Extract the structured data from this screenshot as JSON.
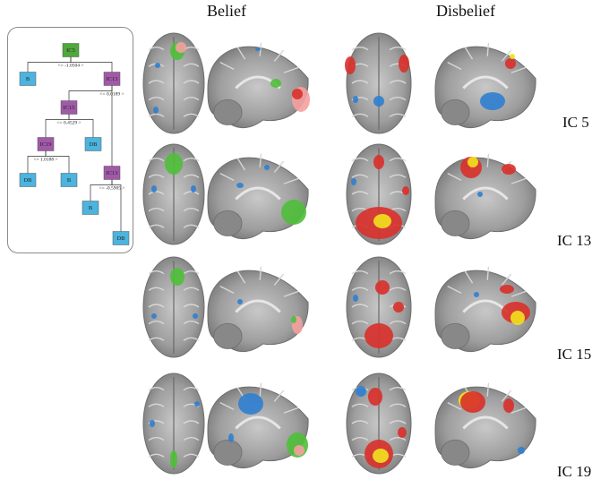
{
  "headers": {
    "belief": "Belief",
    "disbelief": "Disbelief"
  },
  "rows": [
    {
      "label": "IC 5"
    },
    {
      "label": "IC 13"
    },
    {
      "label": "IC 15"
    },
    {
      "label": "IC 19"
    }
  ],
  "tree": {
    "nodes": [
      {
        "id": "ic5",
        "label": "IC5",
        "type": "split"
      },
      {
        "id": "b1",
        "label": "B",
        "type": "leaf"
      },
      {
        "id": "ic13a",
        "label": "IC13",
        "type": "split"
      },
      {
        "id": "ic15",
        "label": "IC15",
        "type": "split"
      },
      {
        "id": "ic19",
        "label": "IC19",
        "type": "split"
      },
      {
        "id": "db1",
        "label": "DB",
        "type": "leaf"
      },
      {
        "id": "db2",
        "label": "DB",
        "type": "leaf"
      },
      {
        "id": "b2",
        "label": "B",
        "type": "leaf"
      },
      {
        "id": "ic13b",
        "label": "IC13",
        "type": "split"
      },
      {
        "id": "b3",
        "label": "B",
        "type": "leaf"
      },
      {
        "id": "db3",
        "label": "DB",
        "type": "leaf"
      }
    ],
    "edges": [
      {
        "from": "ic5",
        "to": "b1",
        "label": "<= -1.0504 >"
      },
      {
        "from": "ic5",
        "to": "ic13a",
        "label": ""
      },
      {
        "from": "ic13a",
        "to": "ic15",
        "label": "<= 0.0189 >"
      },
      {
        "from": "ic13a",
        "to": "ic13b",
        "label": ""
      },
      {
        "from": "ic15",
        "to": "ic19",
        "label": "<= 0.4529 >"
      },
      {
        "from": "ic15",
        "to": "db1",
        "label": ""
      },
      {
        "from": "ic19",
        "to": "db2",
        "label": "<= 1.0188 >"
      },
      {
        "from": "ic19",
        "to": "b2",
        "label": ""
      },
      {
        "from": "ic13b",
        "to": "b3",
        "label": "<= -0.5905 >"
      },
      {
        "from": "ic13b",
        "to": "db3",
        "label": ""
      }
    ]
  },
  "colors": {
    "split_purple": "#a05aa8",
    "leaf_blue": "#4cb4de",
    "root_green": "#4fa83c",
    "brain_gray": "#8e8e8e",
    "activation_red": "#d9302a",
    "activation_yellow": "#f2e21e",
    "activation_green": "#4fbf3a",
    "activation_blue": "#2f7fd0",
    "activation_pink": "#f4a0a0"
  }
}
